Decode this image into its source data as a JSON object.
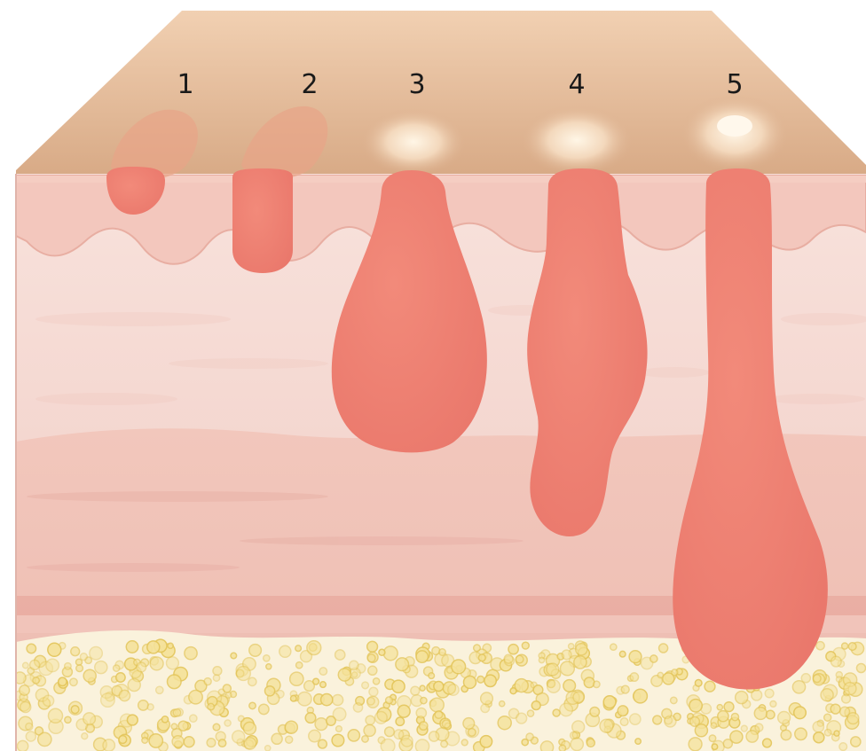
{
  "diagram": {
    "stage_labels": [
      "1",
      "2",
      "3",
      "4",
      "5"
    ],
    "colors": {
      "skin_surface": "#dcb08e",
      "epidermis": "#f3c7bd",
      "dermis": "#f6dcd5",
      "deep_dermis": "#f0c3b8",
      "fat_layer": "#faf2dc",
      "fat_cells": "#f2dc7e",
      "lesion": "#f08070"
    }
  }
}
